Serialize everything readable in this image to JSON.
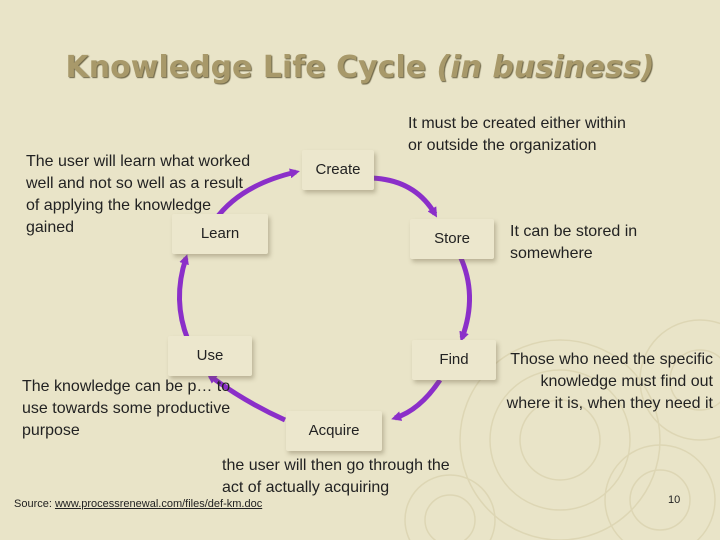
{
  "title": {
    "main": "Knowledge Life Cycle",
    "sub": "(in business)"
  },
  "nodes": {
    "create": "Create",
    "store": "Store",
    "find": "Find",
    "acquire": "Acquire",
    "use": "Use",
    "learn": "Learn"
  },
  "notes": {
    "learn": "The user will learn what worked well and not so well as a result of applying the knowledge gained",
    "create": "It must be created either within or outside the organization",
    "store": "It can be stored in somewhere",
    "find": "Those who need the specific knowledge must find out where it is, when they need it",
    "acquire": "the user will then go through the act of actually acquiring",
    "use": "The knowledge can be p… to use towards some productive purpose"
  },
  "source": {
    "label": "Source: ",
    "link": "www.processrenewal.com/files/def-km.doc"
  },
  "page_number": "10",
  "colors": {
    "arrow": "#8b2fc9",
    "background": "#e9e4c8",
    "title": "#a8996a"
  }
}
